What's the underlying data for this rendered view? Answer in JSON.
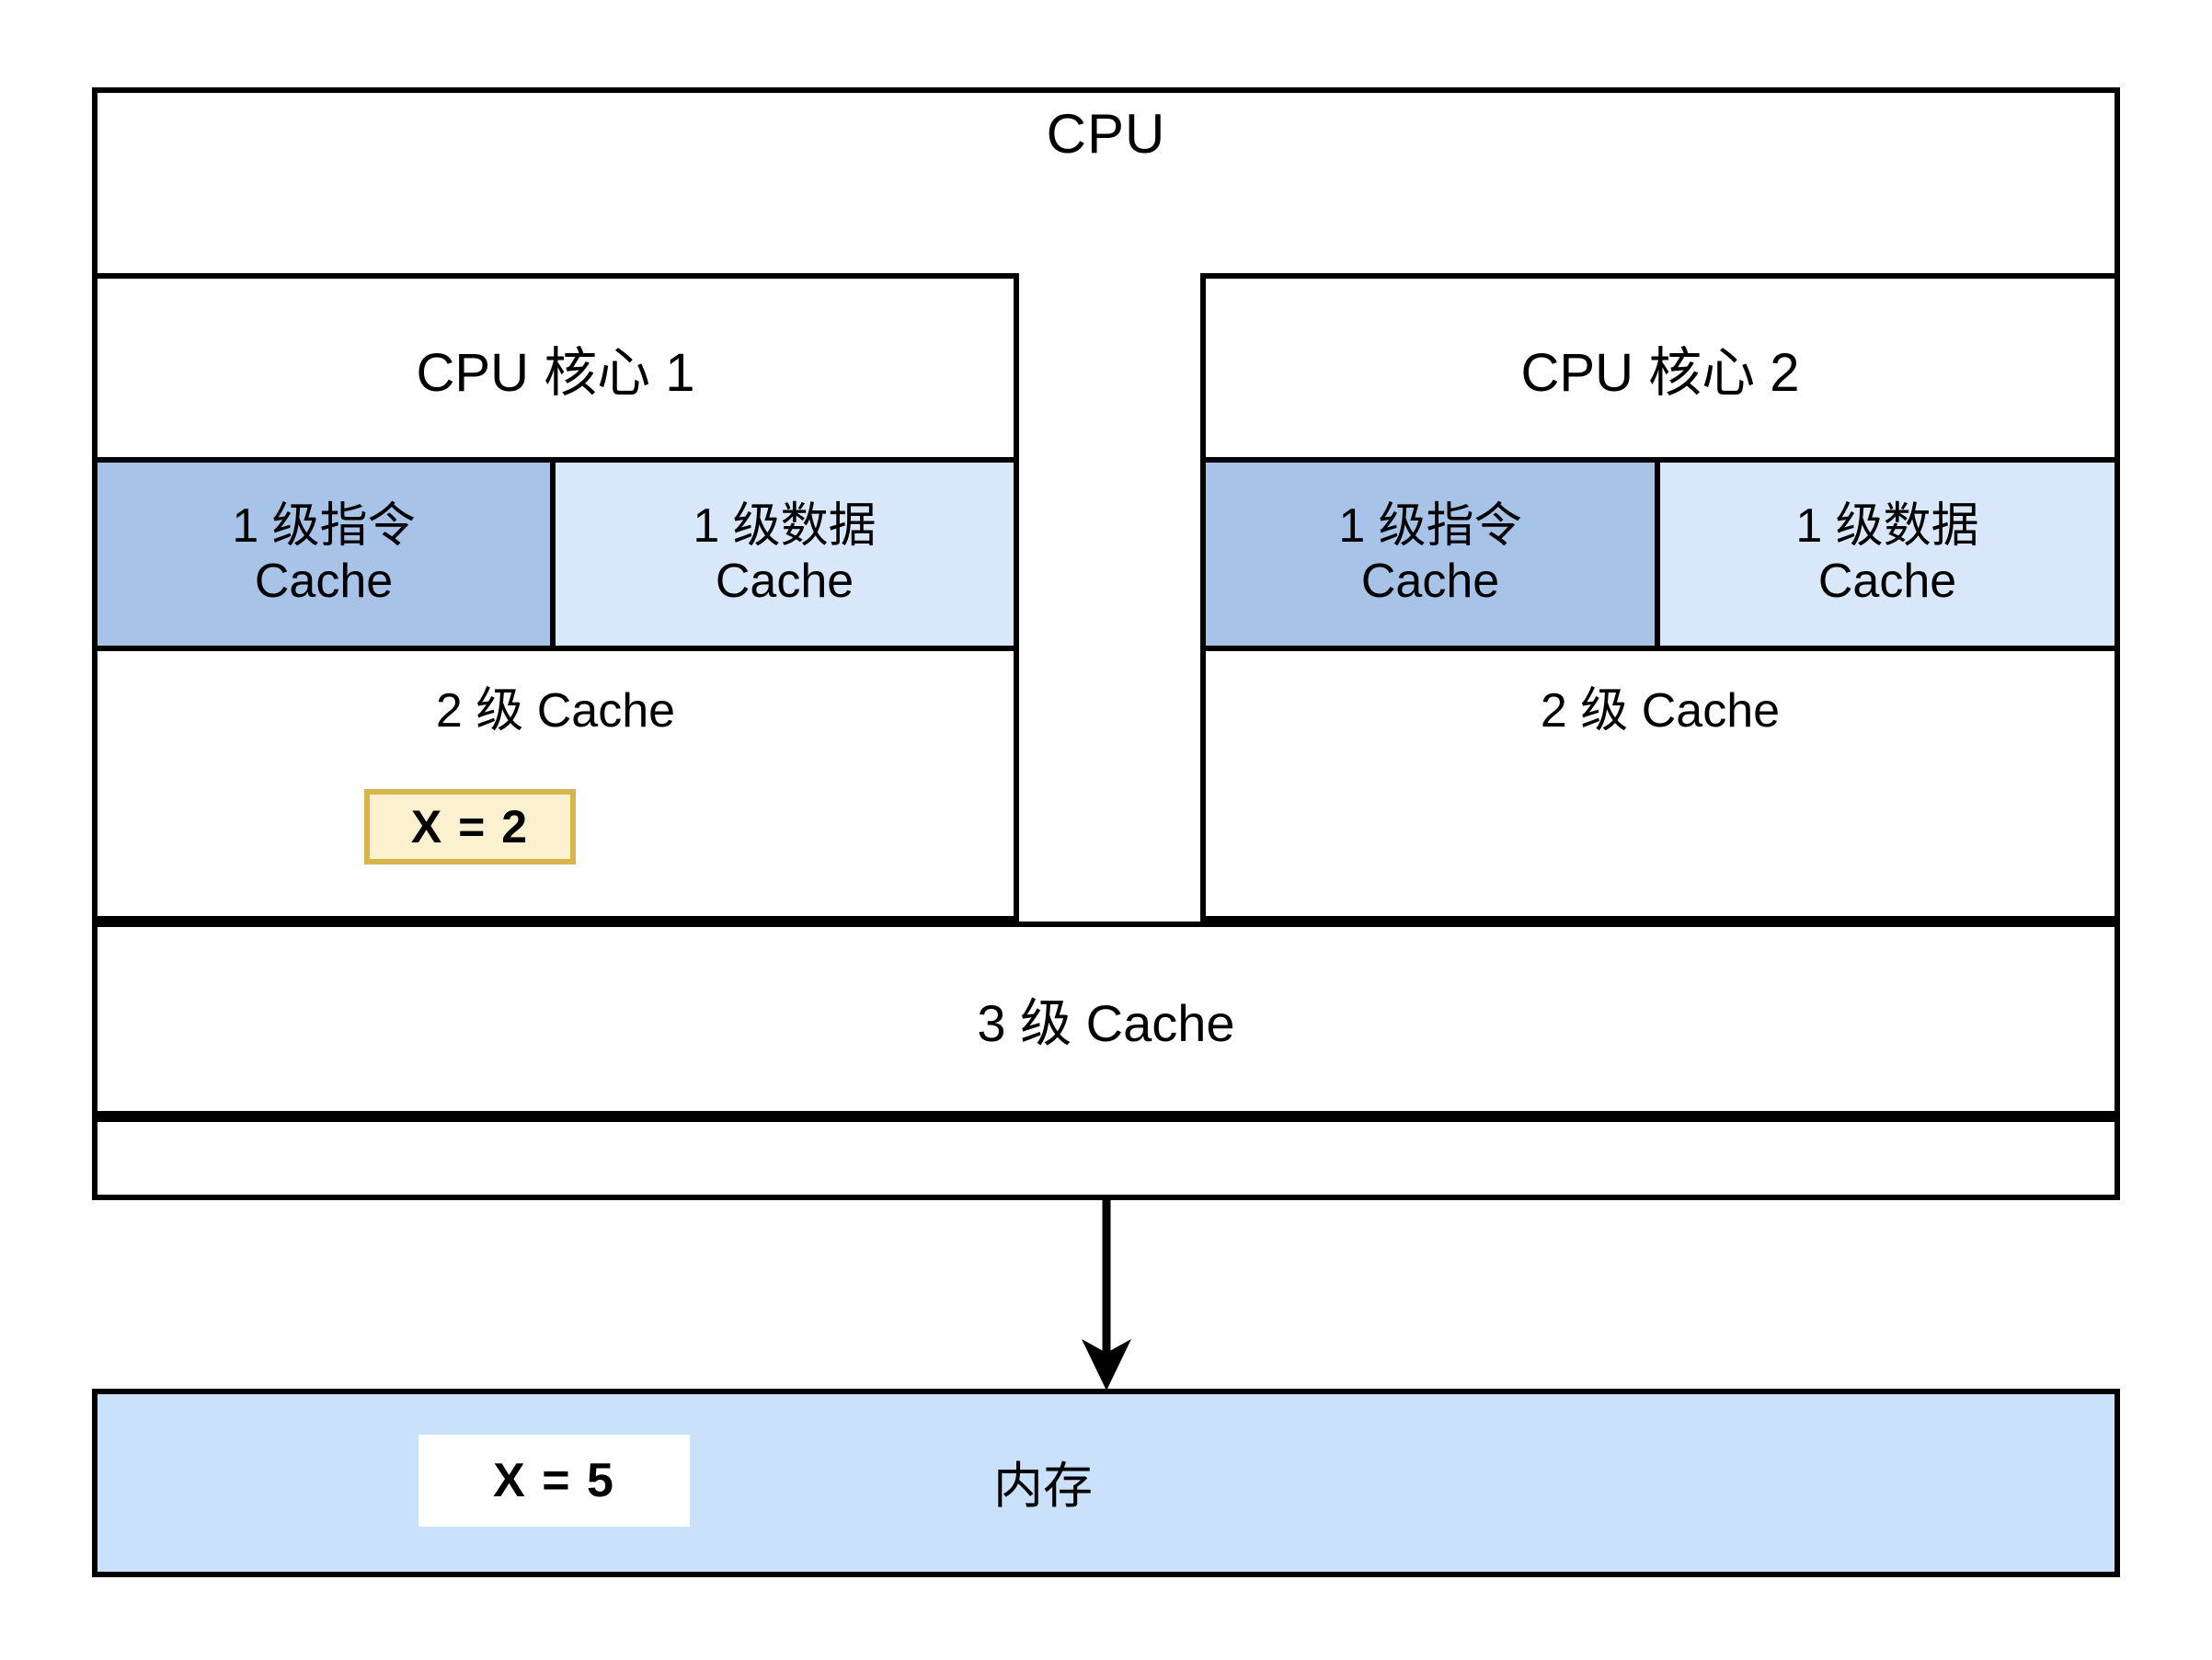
{
  "diagram": {
    "title": "CPU",
    "cpu": {
      "label": "CPU",
      "cores": [
        {
          "title": "CPU 核心 1",
          "l1": [
            {
              "name": "1 级指令",
              "kind": "Cache",
              "fill": "#a8c3e8"
            },
            {
              "name": "1 级数据",
              "kind": "Cache",
              "fill": "#d9e7fa"
            }
          ],
          "l2_label": "2 级 Cache",
          "l2_value": "X =  2",
          "l2_value_fill": "#fbf1cf",
          "l2_value_border": "#d6b54a"
        },
        {
          "title": "CPU 核心 2",
          "l1": [
            {
              "name": "1 级指令",
              "kind": "Cache",
              "fill": "#a8c3e8"
            },
            {
              "name": "1 级数据",
              "kind": "Cache",
              "fill": "#d9e7fa"
            }
          ],
          "l2_label": "2 级 Cache",
          "l2_value": "",
          "l2_value_fill": "",
          "l2_value_border": ""
        }
      ],
      "l3_label": "3 级 Cache"
    },
    "connector": {
      "icon": "down-arrow-icon",
      "direction": "down",
      "color": "#000000"
    },
    "memory": {
      "label": "内存",
      "value": "X =  5",
      "value_fill": "#ffffff",
      "fill": "#c9e1fb"
    },
    "colors": {
      "stroke": "#000000",
      "background": "#ffffff",
      "l1_instruction": "#a8c3e8",
      "l1_data": "#d9e7fa",
      "memory": "#c9e1fb",
      "highlight_fill": "#fbf1cf",
      "highlight_border": "#d6b54a"
    }
  }
}
